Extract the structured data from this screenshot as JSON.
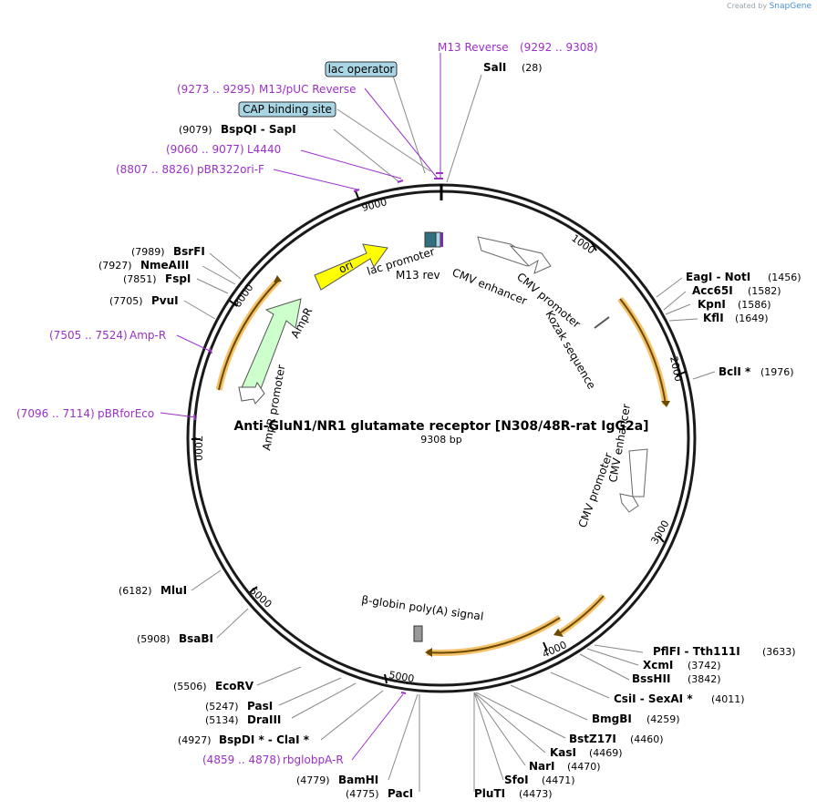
{
  "credit": {
    "prefix": "Created by",
    "brand": "SnapGene"
  },
  "plasmid": {
    "name": "Anti-GluN1/NR1 glutamate receptor [N308/48R-rat IgG2a]",
    "length_label": "9308 bp"
  },
  "ticks": [
    "1000",
    "2000",
    "3000",
    "4000",
    "5000",
    "6000",
    "7000",
    "8000",
    "9000"
  ],
  "enzymes": [
    {
      "id": "sali",
      "name": "SalI",
      "pos": "(28)"
    },
    {
      "id": "eagi",
      "name": "EagI  -  NotI",
      "pos": "(1456)"
    },
    {
      "id": "acc65i",
      "name": "Acc65I",
      "pos": "(1582)"
    },
    {
      "id": "kpni",
      "name": "KpnI",
      "pos": "(1586)"
    },
    {
      "id": "kfli",
      "name": "KflI",
      "pos": "(1649)"
    },
    {
      "id": "bcli",
      "name": "BclI *",
      "pos": "(1976)"
    },
    {
      "id": "pflfi",
      "name": "PflFI  -  Tth111I",
      "pos": "(3633)"
    },
    {
      "id": "xcmi",
      "name": "XcmI",
      "pos": "(3742)"
    },
    {
      "id": "bsshii",
      "name": "BssHII",
      "pos": "(3842)"
    },
    {
      "id": "csii",
      "name": "CsiI  -  SexAI *",
      "pos": "(4011)"
    },
    {
      "id": "bmgbi",
      "name": "BmgBI",
      "pos": "(4259)"
    },
    {
      "id": "bstz17i",
      "name": "BstZ17I",
      "pos": "(4460)"
    },
    {
      "id": "kasi",
      "name": "KasI",
      "pos": "(4469)"
    },
    {
      "id": "nari",
      "name": "NarI",
      "pos": "(4470)"
    },
    {
      "id": "sfoi",
      "name": "SfoI",
      "pos": "(4471)"
    },
    {
      "id": "pluti",
      "name": "PluTI",
      "pos": "(4473)"
    },
    {
      "id": "paci",
      "name": "PacI",
      "pos": "(4775)"
    },
    {
      "id": "bamhi",
      "name": "BamHI",
      "pos": "(4779)"
    },
    {
      "id": "bspdi",
      "name": "BspDI *  -  ClaI *",
      "pos": "(4927)"
    },
    {
      "id": "draiii",
      "name": "DraIII",
      "pos": "(5134)"
    },
    {
      "id": "pasi",
      "name": "PasI",
      "pos": "(5247)"
    },
    {
      "id": "ecorv",
      "name": "EcoRV",
      "pos": "(5506)"
    },
    {
      "id": "bsabi",
      "name": "BsaBI",
      "pos": "(5908)"
    },
    {
      "id": "mlui",
      "name": "MluI",
      "pos": "(6182)"
    },
    {
      "id": "pvui",
      "name": "PvuI",
      "pos": "(7705)"
    },
    {
      "id": "fspi",
      "name": "FspI",
      "pos": "(7851)"
    },
    {
      "id": "nmeaiii",
      "name": "NmeAIII",
      "pos": "(7927)"
    },
    {
      "id": "bsrfi",
      "name": "BsrFI",
      "pos": "(7989)"
    },
    {
      "id": "bspqi",
      "name": "BspQI  -  SapI",
      "pos": "(9079)"
    }
  ],
  "primers": [
    {
      "id": "m13rev",
      "name": "M13 Reverse",
      "range": "(9292 .. 9308)"
    },
    {
      "id": "m13puc",
      "name": "M13/pUC Reverse",
      "range": "(9273 .. 9295)"
    },
    {
      "id": "l4440",
      "name": "L4440",
      "range": "(9060 .. 9077)"
    },
    {
      "id": "pbr322",
      "name": "pBR322ori-F",
      "range": "(8807 .. 8826)"
    },
    {
      "id": "ampr",
      "name": "Amp-R",
      "range": "(7505 .. 7524)"
    },
    {
      "id": "pbrfor",
      "name": "pBRforEco",
      "range": "(7096 .. 7114)"
    },
    {
      "id": "rbglob",
      "name": "rbglobpA-R",
      "range": "(4859 .. 4878)"
    }
  ],
  "boxed_features": [
    {
      "id": "lacop",
      "name": "lac operator"
    },
    {
      "id": "cap",
      "name": "CAP binding site"
    }
  ],
  "features": {
    "ori": "ori",
    "lac_promoter": "lac promoter",
    "m13_rev": "M13 rev",
    "cmv_enhancer_1": "CMV enhancer",
    "cmv_promoter_1": "CMV promoter",
    "kozak": "Kozak sequence",
    "cmv_enhancer_2": "CMV enhancer",
    "cmv_promoter_2": "CMV promoter",
    "ampr": "AmpR",
    "amp_promoter": "AmpR promoter",
    "globin": "β-globin poly(A) signal"
  },
  "colors": {
    "backbone": "#1a1a1a",
    "primer": "#9b30c8",
    "ori": "#ffff00",
    "ampr": "#ccffcc",
    "orange_arc": "#f5a623",
    "box_fill": "#a9d6e5",
    "lac_promoter": "#2f6f7f"
  }
}
